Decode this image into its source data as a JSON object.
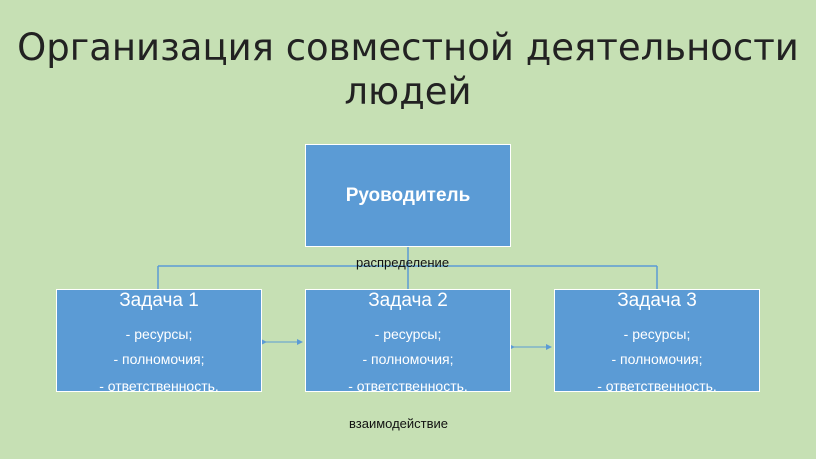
{
  "title_line1": "Организация совместной деятельности",
  "title_line2": "людей",
  "root": {
    "label": "Руоводитель"
  },
  "tasks": [
    {
      "name": "Задача 1",
      "lines": [
        "- ресурсы;",
        "- полномочия;",
        "- ответственность."
      ]
    },
    {
      "name": "Задача 2",
      "lines": [
        "- ресурсы;",
        "- полномочия;",
        "- ответственность."
      ]
    },
    {
      "name": "Задача 3",
      "lines": [
        "- ресурсы;",
        "- полномочия;",
        "- ответственность."
      ]
    }
  ],
  "captions": {
    "distribution": "распределение",
    "interaction": "взаимодействие"
  },
  "colors": {
    "background": "#c6e0b4",
    "box": "#5b9bd5",
    "connector": "#5b9bd5"
  }
}
